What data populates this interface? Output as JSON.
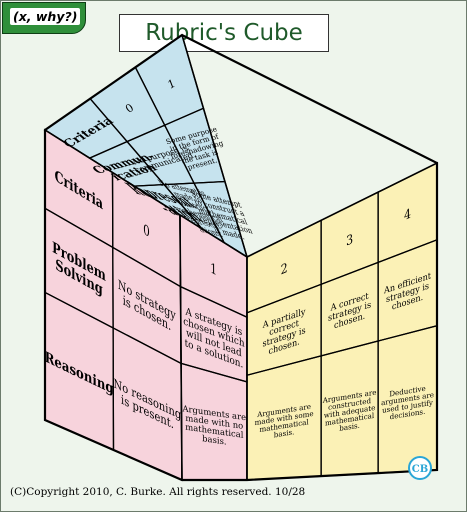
{
  "badge": "(x, why?)",
  "title": "Rubric's Cube",
  "top": {
    "criteria_label": "Criteria",
    "col0": "0",
    "col1": "1",
    "comm": "Commun-|ication",
    "comm0": "No purpose is|communicated.",
    "comm1": "Some purpose|in the form of|foreshadowing|the task is|present.",
    "repr": "Represent|-ation",
    "repr0": "No attempt is|made to|construct|mathematical|represent-|ations.",
    "repr1": "Some attempt|to construct a|mathematical|representation|is made."
  },
  "left": {
    "criteria_label": "Criteria",
    "col0": "0",
    "col1": "1",
    "problem_solving": "Problem|Solving",
    "reasoning": "Reasoning",
    "ps0": "No strategy|is chosen.",
    "ps1": "A strategy is|chosen which|will not lead|to a solution.",
    "r0": "No reasoning|is present.",
    "r1": "Arguments are|made with no|mathematical|basis."
  },
  "right": {
    "col2": "2",
    "col3": "3",
    "col4": "4",
    "ps2": "A partially|correct|strategy is|chosen.",
    "ps3": "A correct|strategy is|chosen.",
    "ps4": "An efficient|strategy is|chosen.",
    "r2": "Arguments are|made with some|mathematical|basis.",
    "r3": "Arguments are|constructed|with adequate|mathematical|basis.",
    "r4": "Deductive|arguments are|used to justify|decisions."
  },
  "logo": "CB",
  "copyright": "(C)Copyright 2010, C. Burke. All rights reserved. 10/28",
  "colors": {
    "top_face": "#c6e3ee",
    "left_face": "#f7d3dc",
    "right_face": "#fbf1b6",
    "edge": "#000000",
    "badge_bg": "#2f8f3a",
    "title_text": "#1f5a2a"
  }
}
